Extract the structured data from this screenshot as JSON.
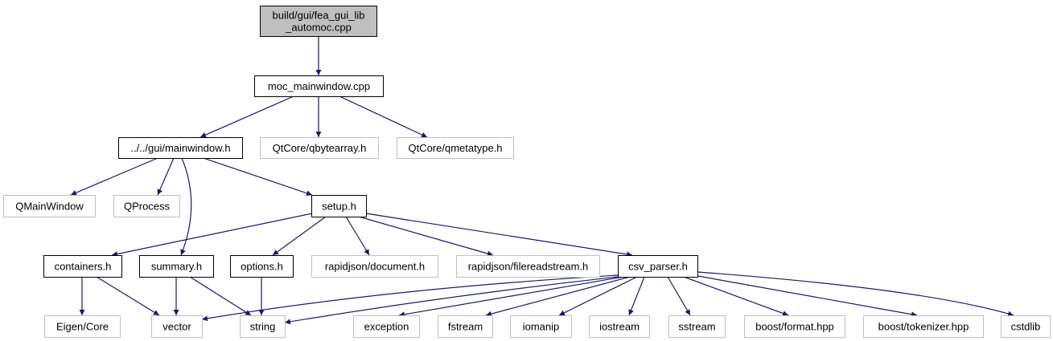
{
  "colors": {
    "root_fill": "#bfbfbf",
    "node_border": "#000000",
    "external_border": "#bfbfbf",
    "edge": "#191970",
    "text": "#000000"
  },
  "nodes": [
    {
      "id": "root",
      "lines": [
        "build/gui/fea_gui_lib",
        "_automoc.cpp"
      ],
      "style": "root"
    },
    {
      "id": "moc_mainwindow",
      "lines": [
        "moc_mainwindow.cpp"
      ],
      "style": "normal"
    },
    {
      "id": "mainwindow_h",
      "lines": [
        "../../gui/mainwindow.h"
      ],
      "style": "normal"
    },
    {
      "id": "qbytearray",
      "lines": [
        "QtCore/qbytearray.h"
      ],
      "style": "external"
    },
    {
      "id": "qmetatype",
      "lines": [
        "QtCore/qmetatype.h"
      ],
      "style": "external"
    },
    {
      "id": "qmainwindow",
      "lines": [
        "QMainWindow"
      ],
      "style": "external"
    },
    {
      "id": "qprocess",
      "lines": [
        "QProcess"
      ],
      "style": "external"
    },
    {
      "id": "setup_h",
      "lines": [
        "setup.h"
      ],
      "style": "normal"
    },
    {
      "id": "containers_h",
      "lines": [
        "containers.h"
      ],
      "style": "normal"
    },
    {
      "id": "summary_h",
      "lines": [
        "summary.h"
      ],
      "style": "normal"
    },
    {
      "id": "options_h",
      "lines": [
        "options.h"
      ],
      "style": "normal"
    },
    {
      "id": "rj_document",
      "lines": [
        "rapidjson/document.h"
      ],
      "style": "external"
    },
    {
      "id": "rj_filereadstream",
      "lines": [
        "rapidjson/filereadstream.h"
      ],
      "style": "external"
    },
    {
      "id": "csv_parser_h",
      "lines": [
        "csv_parser.h"
      ],
      "style": "normal"
    },
    {
      "id": "eigen_core",
      "lines": [
        "Eigen/Core"
      ],
      "style": "external"
    },
    {
      "id": "vector",
      "lines": [
        "vector"
      ],
      "style": "external"
    },
    {
      "id": "string",
      "lines": [
        "string"
      ],
      "style": "external"
    },
    {
      "id": "exception",
      "lines": [
        "exception"
      ],
      "style": "external"
    },
    {
      "id": "fstream",
      "lines": [
        "fstream"
      ],
      "style": "external"
    },
    {
      "id": "iomanip",
      "lines": [
        "iomanip"
      ],
      "style": "external"
    },
    {
      "id": "iostream",
      "lines": [
        "iostream"
      ],
      "style": "external"
    },
    {
      "id": "sstream",
      "lines": [
        "sstream"
      ],
      "style": "external"
    },
    {
      "id": "boost_format",
      "lines": [
        "boost/format.hpp"
      ],
      "style": "external"
    },
    {
      "id": "boost_tokenizer",
      "lines": [
        "boost/tokenizer.hpp"
      ],
      "style": "external"
    },
    {
      "id": "cstdlib",
      "lines": [
        "cstdlib"
      ],
      "style": "external"
    }
  ],
  "edges": [
    {
      "from": "root",
      "to": "moc_mainwindow"
    },
    {
      "from": "moc_mainwindow",
      "to": "mainwindow_h"
    },
    {
      "from": "moc_mainwindow",
      "to": "qbytearray"
    },
    {
      "from": "moc_mainwindow",
      "to": "qmetatype"
    },
    {
      "from": "mainwindow_h",
      "to": "qmainwindow"
    },
    {
      "from": "mainwindow_h",
      "to": "qprocess"
    },
    {
      "from": "mainwindow_h",
      "to": "setup_h"
    },
    {
      "from": "mainwindow_h",
      "to": "summary_h"
    },
    {
      "from": "setup_h",
      "to": "containers_h"
    },
    {
      "from": "setup_h",
      "to": "options_h"
    },
    {
      "from": "setup_h",
      "to": "rj_document"
    },
    {
      "from": "setup_h",
      "to": "rj_filereadstream"
    },
    {
      "from": "setup_h",
      "to": "csv_parser_h"
    },
    {
      "from": "containers_h",
      "to": "eigen_core"
    },
    {
      "from": "containers_h",
      "to": "vector"
    },
    {
      "from": "summary_h",
      "to": "vector"
    },
    {
      "from": "summary_h",
      "to": "string"
    },
    {
      "from": "options_h",
      "to": "string"
    },
    {
      "from": "csv_parser_h",
      "to": "vector"
    },
    {
      "from": "csv_parser_h",
      "to": "string"
    },
    {
      "from": "csv_parser_h",
      "to": "exception"
    },
    {
      "from": "csv_parser_h",
      "to": "fstream"
    },
    {
      "from": "csv_parser_h",
      "to": "iomanip"
    },
    {
      "from": "csv_parser_h",
      "to": "iostream"
    },
    {
      "from": "csv_parser_h",
      "to": "sstream"
    },
    {
      "from": "csv_parser_h",
      "to": "boost_format"
    },
    {
      "from": "csv_parser_h",
      "to": "boost_tokenizer"
    },
    {
      "from": "csv_parser_h",
      "to": "cstdlib"
    }
  ]
}
